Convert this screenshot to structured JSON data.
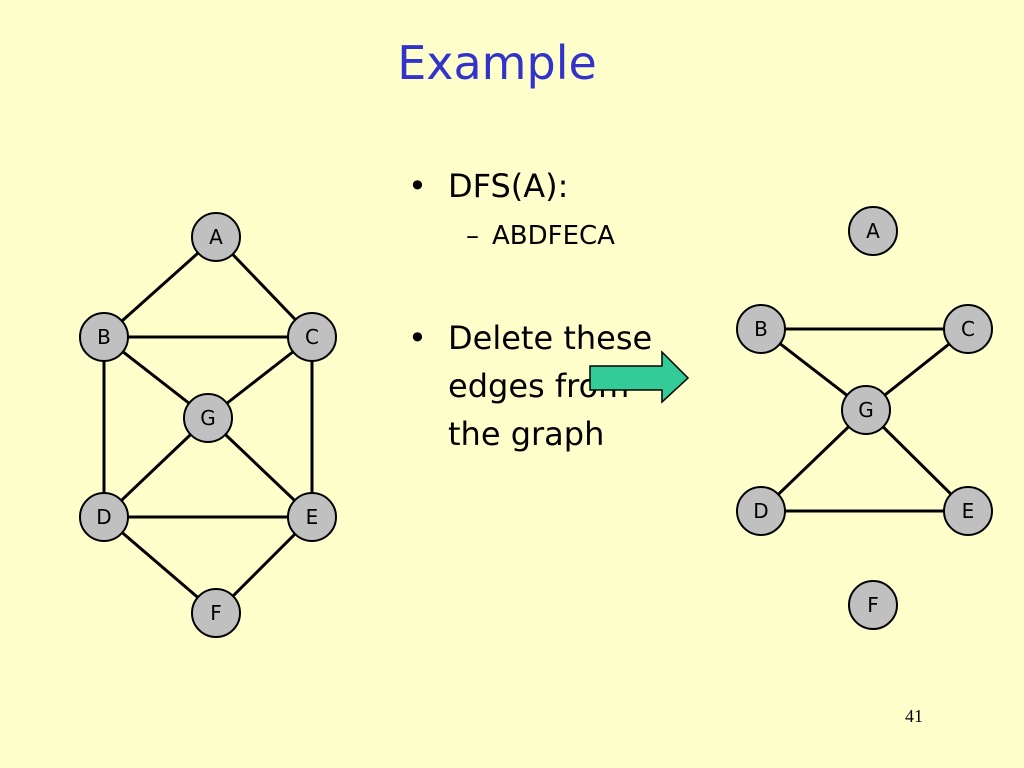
{
  "slide": {
    "title": "Example",
    "page_number": "41"
  },
  "bullets": [
    {
      "text": "DFS(A):",
      "sub": [
        "ABDFECA"
      ]
    },
    {
      "text": "Delete these edges from the graph",
      "sub": []
    }
  ],
  "colors": {
    "background": "#ffffcc",
    "title": "#3333cc",
    "node_fill": "#c0c0c0",
    "arrow_fill": "#33cc99"
  },
  "graph_left": {
    "nodes": [
      "A",
      "B",
      "C",
      "G",
      "D",
      "E",
      "F"
    ],
    "edges": [
      [
        "A",
        "B"
      ],
      [
        "A",
        "C"
      ],
      [
        "B",
        "C"
      ],
      [
        "B",
        "G"
      ],
      [
        "C",
        "G"
      ],
      [
        "B",
        "D"
      ],
      [
        "C",
        "E"
      ],
      [
        "G",
        "D"
      ],
      [
        "G",
        "E"
      ],
      [
        "D",
        "E"
      ],
      [
        "D",
        "F"
      ],
      [
        "E",
        "F"
      ]
    ]
  },
  "graph_right": {
    "nodes": [
      "A",
      "B",
      "C",
      "G",
      "D",
      "E",
      "F"
    ],
    "edges": [
      [
        "B",
        "C"
      ],
      [
        "B",
        "G"
      ],
      [
        "C",
        "G"
      ],
      [
        "G",
        "D"
      ],
      [
        "G",
        "E"
      ],
      [
        "D",
        "E"
      ]
    ]
  },
  "arrow": {
    "icon": "right-arrow-icon"
  }
}
